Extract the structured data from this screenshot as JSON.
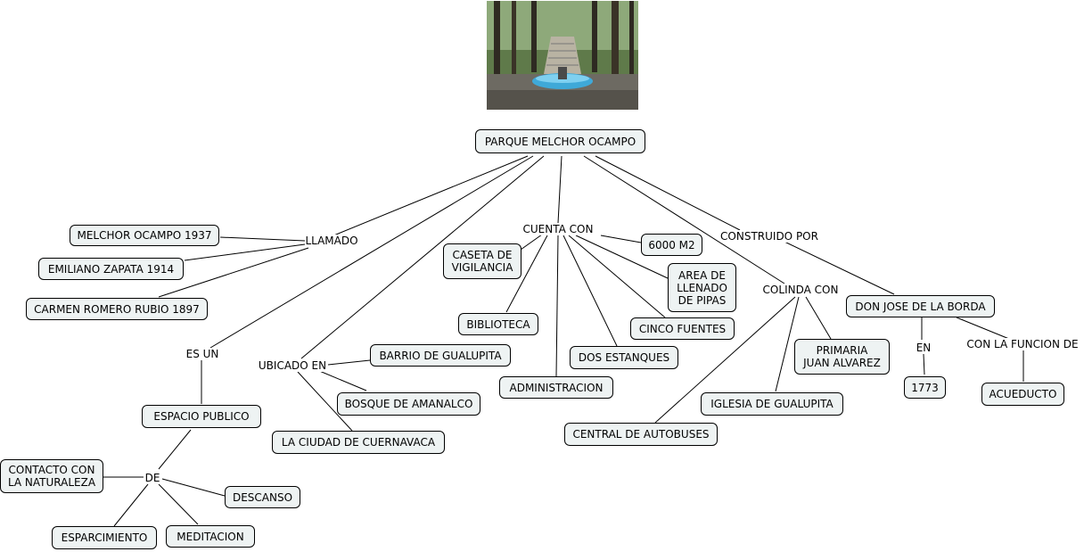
{
  "title": "PARQUE MELCHOR OCAMPO",
  "photo": {
    "subject": "park-fountain-stairs"
  },
  "nodes": {
    "parque": "PARQUE MELCHOR OCAMPO",
    "melchor": "MELCHOR OCAMPO 1937",
    "emiliano": "EMILIANO ZAPATA 1914",
    "carmen": "CARMEN ROMERO RUBIO 1897",
    "caseta": "CASETA DE\nVIGILANCIA",
    "biblioteca": "BIBLIOTECA",
    "m2": "6000 M2",
    "pipas": "AREA DE\nLLENADO\nDE PIPAS",
    "cinco": "CINCO FUENTES",
    "dos": "DOS ESTANQUES",
    "admin": "ADMINISTRACION",
    "barrio": "BARRIO DE GUALUPITA",
    "bosque": "BOSQUE DE AMANALCO",
    "ciudad": "LA CIUDAD DE CUERNAVACA",
    "espacio": "ESPACIO PUBLICO",
    "contacto": "CONTACTO CON\nLA NATURALEZA",
    "descanso": "DESCANSO",
    "esparcimiento": "ESPARCIMIENTO",
    "meditacion": "MEDITACION",
    "central": "CENTRAL DE AUTOBUSES",
    "iglesia": "IGLESIA DE GUALUPITA",
    "primaria": "PRIMARIA\nJUAN ALVAREZ",
    "borda": "DON JOSE DE LA BORDA",
    "y1773": "1773",
    "acueducto": "ACUEDUCTO"
  },
  "links": {
    "llamado": "LLAMADO",
    "es_un": "ES UN",
    "ubicado_en": "UBICADO EN",
    "cuenta_con": "CUENTA CON",
    "colinda_con": "COLINDA CON",
    "construido_por": "CONSTRUIDO POR",
    "de": "DE",
    "en": "EN",
    "con_funcion": "CON LA FUNCION DE"
  },
  "colors": {
    "node_fill": "#eef3f3",
    "node_border": "#000000",
    "line": "#000000"
  }
}
